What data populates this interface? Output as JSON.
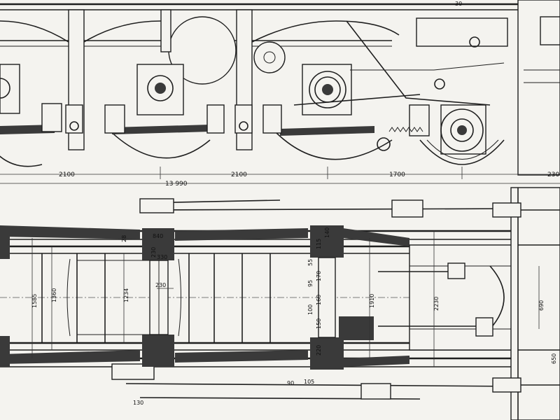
{
  "side_view_dims": {
    "span_1": "2100",
    "span_2": "2100",
    "span_3": "1700",
    "span_4": "230",
    "overall": "13 990",
    "small_top": "30"
  },
  "plan_view_dims": {
    "frame_width": "1585",
    "inner_width": "1360",
    "bar_length": "1234",
    "axle_box_width": "840",
    "axle_box_label_1": "230",
    "axle_box_label_2": "330",
    "journal": "230",
    "gap_28": "28",
    "rear_inner": "1910",
    "rear_width": "2230",
    "rear_right": "690",
    "right_edge": "650",
    "small_150": "150",
    "small_160": "160",
    "small_170": "170",
    "small_220": "220",
    "small_115": "115",
    "small_105": "105",
    "small_90": "90",
    "small_130": "130",
    "small_95": "95",
    "small_55": "55",
    "small_140": "140",
    "small_100": "100"
  }
}
